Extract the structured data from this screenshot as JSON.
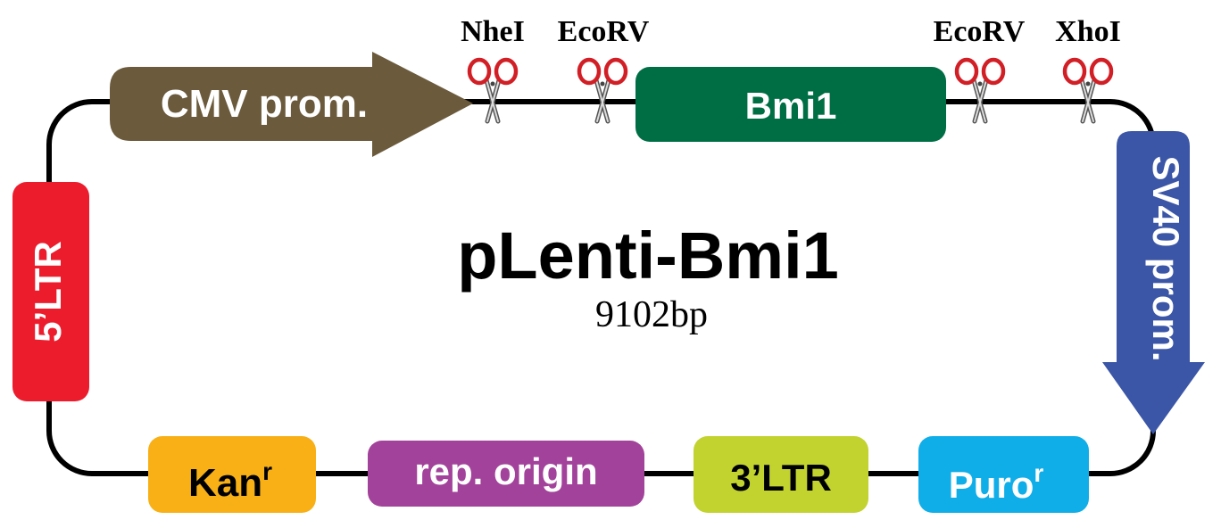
{
  "plasmid": {
    "name": "pLenti-Bmi1",
    "size": "9102bp"
  },
  "features": {
    "cmv": {
      "label": "CMV prom.",
      "color": "#6b5a3c"
    },
    "bmi1": {
      "label": "Bmi1",
      "color": "#006e45"
    },
    "sv40": {
      "label": "SV40 prom.",
      "color": "#3b56a6"
    },
    "ltr5": {
      "label": "5’LTR",
      "color": "#ec1c2d"
    },
    "kan": {
      "label": "Kan",
      "sup": "r",
      "color": "#f8b016"
    },
    "rep": {
      "label": "rep. origin",
      "color": "#a2429a"
    },
    "ltr3": {
      "label": "3’LTR",
      "color": "#c2d22f"
    },
    "puro": {
      "label": "Puro",
      "sup": "r",
      "color": "#10aee8"
    }
  },
  "sites": [
    {
      "name": "NheI",
      "icon": "scissors-icon"
    },
    {
      "name": "EcoRV",
      "icon": "scissors-icon"
    },
    {
      "name": "EcoRV",
      "icon": "scissors-icon"
    },
    {
      "name": "XhoI",
      "icon": "scissors-icon"
    }
  ]
}
